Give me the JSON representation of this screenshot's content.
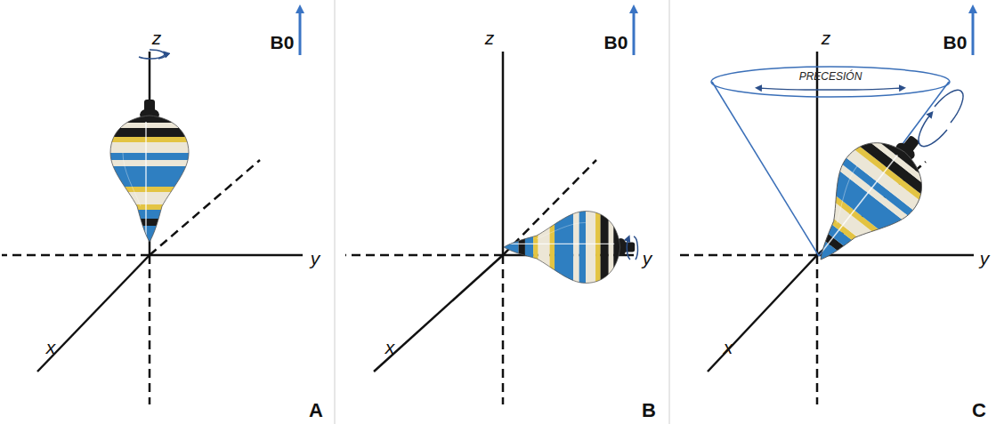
{
  "diagram": {
    "labels": [
      "z",
      "B0",
      "y",
      "x",
      "A",
      "z",
      "B0",
      "y",
      "x",
      "B",
      "z",
      "B0",
      "PRECESIÓN",
      "y",
      "x",
      "C"
    ]
  }
}
